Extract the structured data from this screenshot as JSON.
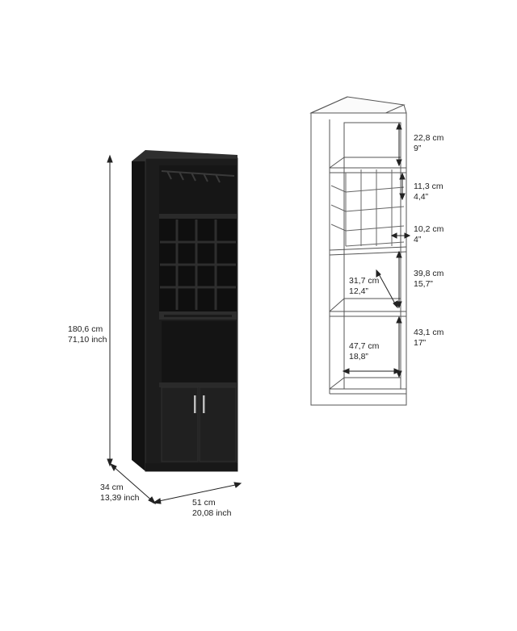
{
  "product": {
    "height_cm": "180,6 cm",
    "height_inch": "71,10 inch",
    "depth_cm": "34 cm",
    "depth_inch": "13,39 inch",
    "width_cm": "51 cm",
    "width_inch": "20,08 inch"
  },
  "interior": {
    "top_cm": "22,8 cm",
    "top_in": "9”",
    "cell_cm": "11,3 cm",
    "cell_in": "4,4”",
    "rack_cm": "10,2 cm",
    "rack_in": "4”",
    "middle_height_cm": "39,8 cm",
    "middle_height_in": "15,7”",
    "middle_depth_cm": "31,7 cm",
    "middle_depth_in": "12,4”",
    "bottom_height_cm": "43,1 cm",
    "bottom_height_in": "17”",
    "bottom_width_cm": "47,7 cm",
    "bottom_width_in": "18,8”"
  },
  "colors": {
    "cabinet": "#1c1c1c",
    "cabinet_edge": "#2c2c2c",
    "line_drawing": "#555555",
    "dimension_line": "#222222"
  }
}
